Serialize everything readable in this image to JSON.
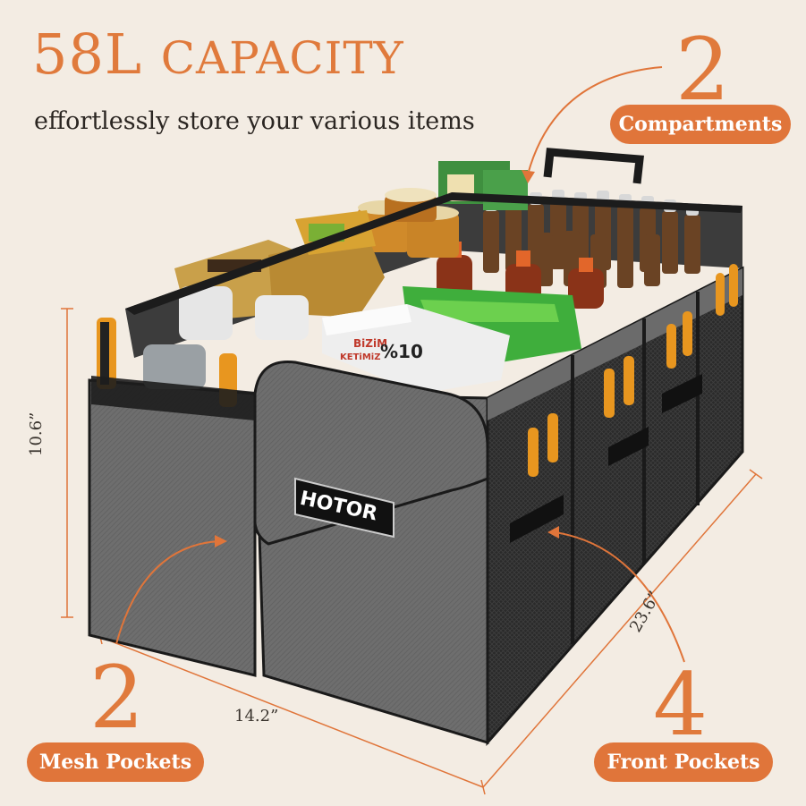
{
  "headline": {
    "number": "58L",
    "word": "CAPACITY"
  },
  "subline": "effortlessly store your various items",
  "callouts": {
    "compartments": {
      "count": "2",
      "label": "Compartments"
    },
    "mesh_pockets": {
      "count": "2",
      "label": "Mesh Pockets"
    },
    "front_pockets": {
      "count": "4",
      "label": "Front Pockets"
    }
  },
  "dimensions": {
    "height": "10.6”",
    "width": "14.2”",
    "length": "23.6”"
  },
  "brand_logo": "HOTOR",
  "product_text": {
    "snack_box_line1": "BiZiM",
    "snack_box_line2": "%10",
    "snack_box_line3": "KETiMiZ"
  },
  "colors": {
    "accent": "#e0753a",
    "background": "#f3ece3",
    "bag": "#6b6b6b"
  }
}
